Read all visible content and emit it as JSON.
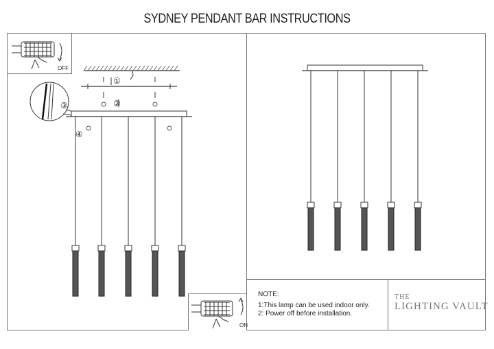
{
  "document": {
    "title": "SYDNEY PENDANT BAR INSTRUCTIONS",
    "steps": [
      "①",
      "②",
      "③",
      "④"
    ],
    "switch_off_label": "OFF",
    "switch_on_label": "ON",
    "note": {
      "heading": "NOTE:",
      "lines": [
        "1:This lamp can be used indoor only.",
        "2: Power off before installation."
      ]
    },
    "brand": {
      "line1": "THE",
      "line2": "LIGHTING VAULT"
    },
    "pendant_count": 5
  }
}
